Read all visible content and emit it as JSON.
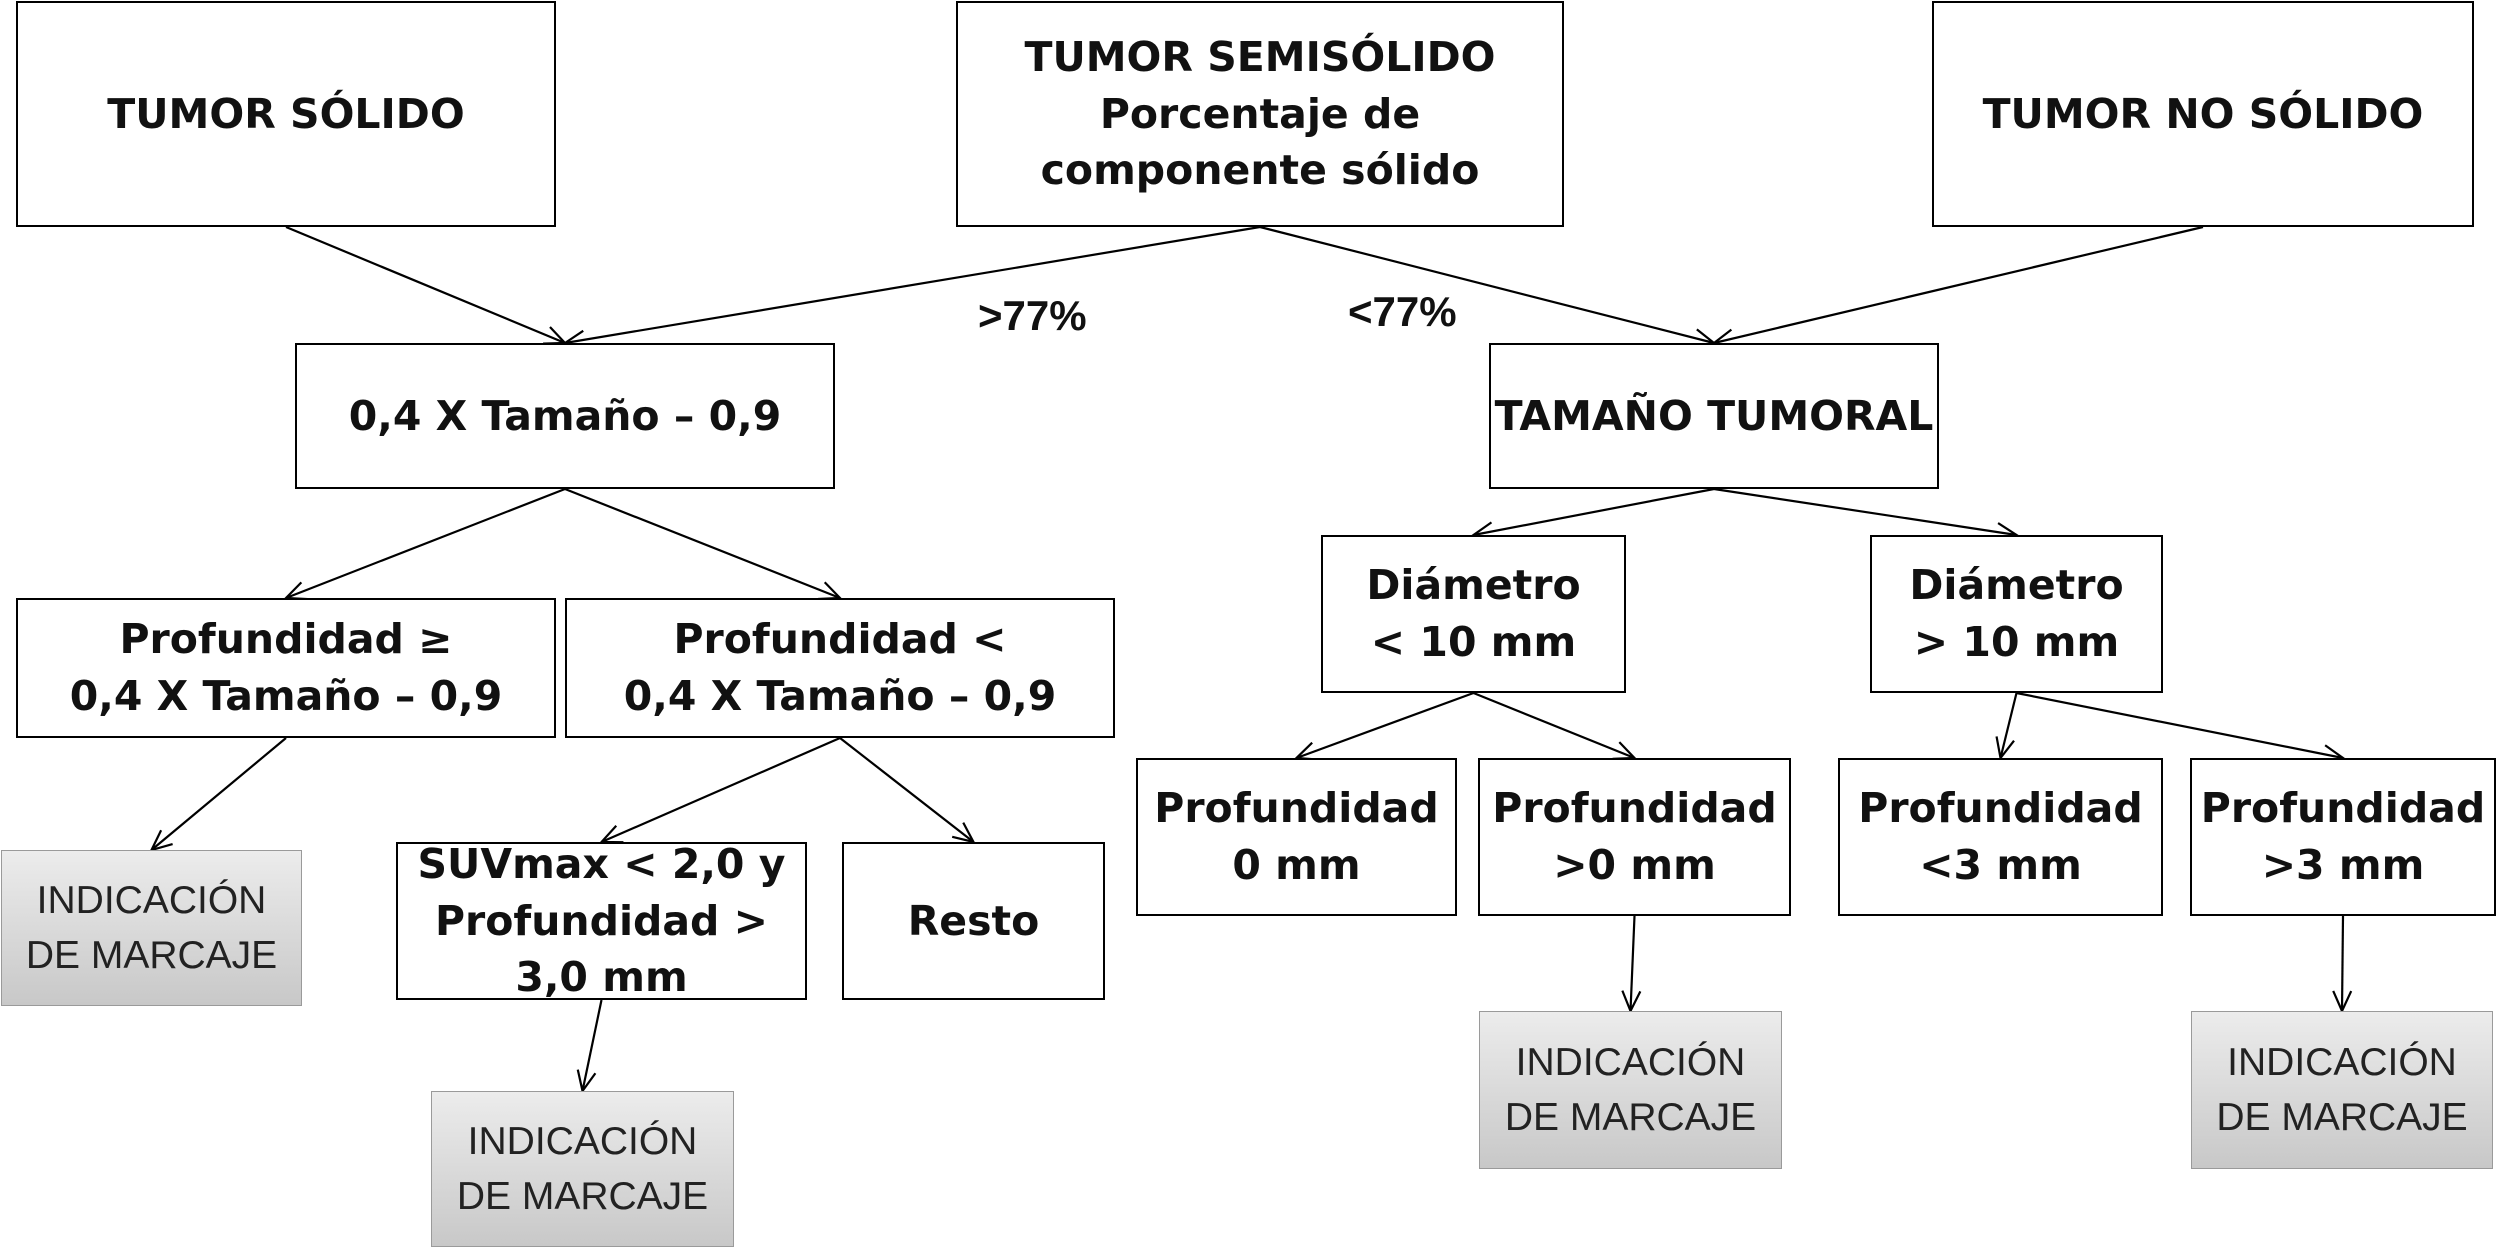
{
  "nodes": {
    "tumor_solido": "TUMOR SÓLIDO",
    "tumor_semisolido": "TUMOR SEMISÓLIDO\nPorcentaje de\ncomponente sólido",
    "tumor_no_solido": "TUMOR NO SÓLIDO",
    "formula": "0,4 X Tamaño – 0,9",
    "tamano_tumoral": "TAMAÑO TUMORAL",
    "prof_ge": "Profundidad ≥\n0,4 X Tamaño – 0,9",
    "prof_lt": "Profundidad <\n0,4 X Tamaño – 0,9",
    "diam_lt10": "Diámetro\n< 10 mm",
    "diam_gt10": "Diámetro\n> 10 mm",
    "suvmax": "SUVmax < 2,0 y\nProfundidad >\n3,0 mm",
    "resto": "Resto",
    "prof_0": "Profundidad\n0 mm",
    "prof_gt0": "Profundidad\n>0 mm",
    "prof_lt3": "Profundidad\n<3 mm",
    "prof_gt3": "Profundidad\n>3 mm",
    "indicacion_1": "INDICACIÓN\nDE MARCAJE",
    "indicacion_2": "INDICACIÓN\nDE MARCAJE",
    "indicacion_3": "INDICACIÓN\nDE MARCAJE",
    "indicacion_4": "INDICACIÓN\nDE MARCAJE"
  },
  "edge_labels": {
    "gt77": ">77%",
    "lt77": "<77%"
  },
  "edges": [
    [
      "tumor_solido",
      "formula"
    ],
    [
      "tumor_semisolido",
      "formula"
    ],
    [
      "tumor_semisolido",
      "tamano_tumoral"
    ],
    [
      "tumor_no_solido",
      "tamano_tumoral"
    ],
    [
      "formula",
      "prof_ge"
    ],
    [
      "formula",
      "prof_lt"
    ],
    [
      "tamano_tumoral",
      "diam_lt10"
    ],
    [
      "tamano_tumoral",
      "diam_gt10"
    ],
    [
      "prof_ge",
      "indicacion_1"
    ],
    [
      "prof_lt",
      "suvmax"
    ],
    [
      "prof_lt",
      "resto"
    ],
    [
      "suvmax",
      "indicacion_2"
    ],
    [
      "diam_lt10",
      "prof_0"
    ],
    [
      "diam_lt10",
      "prof_gt0"
    ],
    [
      "diam_gt10",
      "prof_lt3"
    ],
    [
      "diam_gt10",
      "prof_gt3"
    ],
    [
      "prof_gt0",
      "indicacion_3"
    ],
    [
      "prof_gt3",
      "indicacion_4"
    ]
  ],
  "colors": {
    "box_border": "#000000",
    "indicator_fill": "#d8d8d8",
    "text": "#111111"
  }
}
